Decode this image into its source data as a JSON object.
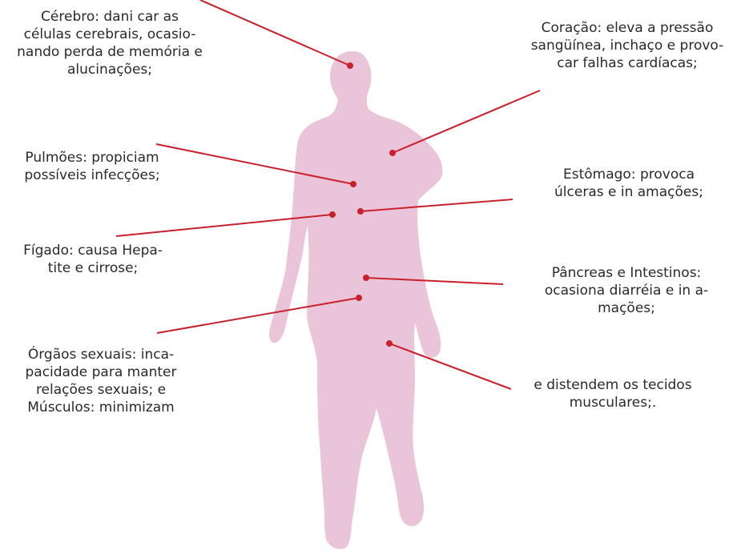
{
  "colors": {
    "silhouette": "#eac4d8",
    "leader_line": "#c8202c",
    "text": "#2a2a2a",
    "background": "#ffffff"
  },
  "labels": {
    "cerebro": "Cérebro: dani car as\ncélulas cerebrais, ocasio-\nnando perda de memória e\nalucinações;",
    "coracao": "Coração: eleva a pressão\nsangüínea, inchaço e provo-\ncar falhas cardíacas;",
    "pulmoes": "Pulmões: propiciam\npossíveis infecções;",
    "estomago": "Estômago: provoca\núlceras e in  amações;",
    "figado": "Fígado: causa Hepa-\ntite e cirrose;",
    "pancreas": "Pâncreas e Intestinos:\nocasiona diarréia e in  a-\nmações;",
    "orgaos": "Órgãos sexuais: inca-\npacidade para manter\nrelações sexuais; e\nMúsculos: minimizam",
    "musculos": "e distendem os tecidos\nmusculares;."
  }
}
